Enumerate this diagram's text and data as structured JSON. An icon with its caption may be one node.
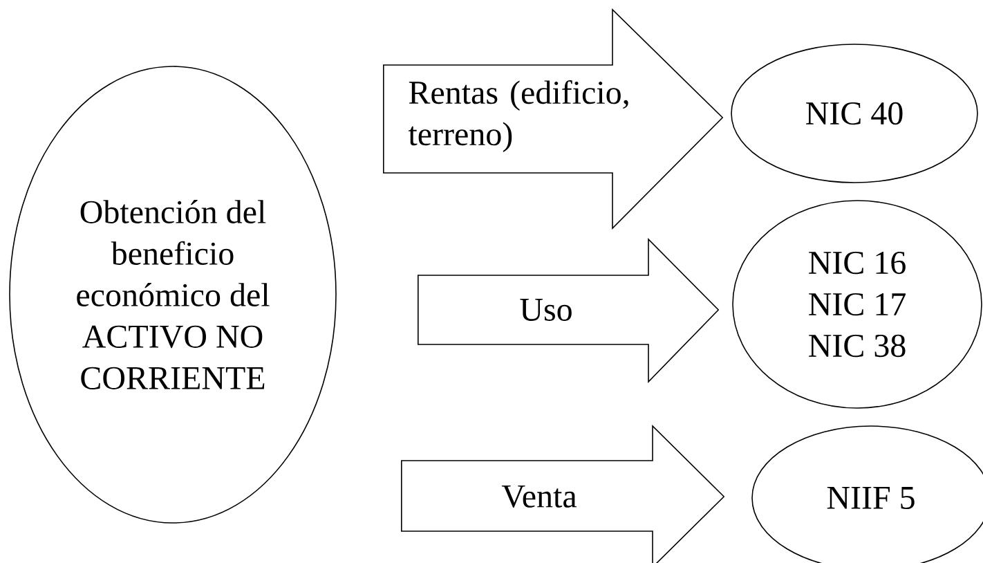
{
  "diagram": {
    "nodes": [
      {
        "text": [
          "Obtención del beneficio económico del ACTIVO NO CORRIENTE"
        ]
      },
      {
        "text": [
          "NIC 40"
        ]
      },
      {
        "text": [
          "NIC 16 NIC 17 NIC 38"
        ]
      },
      {
        "text": [
          "NIIF 5"
        ]
      }
    ],
    "edges": [
      {
        "from": 0,
        "to": 1,
        "arrow": "to",
        "label": "Rentas (edificio, terreno)"
      },
      {
        "from": 0,
        "to": 2,
        "arrow": "to",
        "label": "Uso"
      },
      {
        "from": 0,
        "to": 3,
        "arrow": "to",
        "label": "Venta"
      }
    ]
  }
}
